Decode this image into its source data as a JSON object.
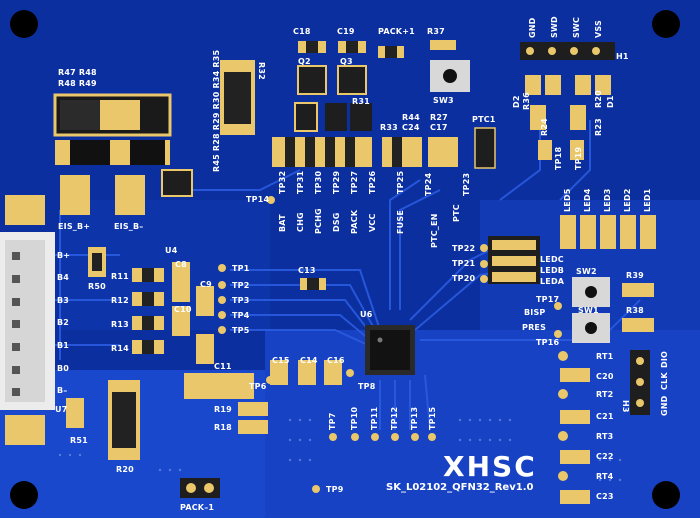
{
  "board": {
    "name": "SK_L02102_QFN32_Rev1.0",
    "logo": "XHSC",
    "colors": {
      "board": "#0b2f9e",
      "copper": "#1a45c8",
      "pad": "#e9c76a",
      "silk": "#ffffff",
      "chip": "#1e1e1e"
    }
  },
  "labels": {
    "c18": "C18",
    "c19": "C19",
    "pack_plus1": "PACK+1",
    "r37": "R37",
    "q2": "Q2",
    "q3": "Q3",
    "r31": "R31",
    "sw3": "SW3",
    "r32": "R32",
    "r47r48": "R47 R48",
    "r48r49": "R48 R49",
    "r45r28r29r30r34r35": "R45 R28 R29 R30 R34 R35",
    "r44": "R44",
    "c24": "C24",
    "r33": "R33",
    "r27": "R27",
    "c17": "C17",
    "ptc1": "PTC1",
    "eis_bp": "EIS_B+",
    "eis_bm": "EIS_B–",
    "tp14": "TP14",
    "vert_labels": [
      "BAT",
      "CHG",
      "PCHG",
      "DSG",
      "PACK",
      "VCC",
      "FUSE"
    ],
    "vert_tps": [
      "TP32",
      "TP31",
      "TP30",
      "TP29",
      "TP27",
      "TP26",
      "TP25"
    ],
    "tp24": "TP24",
    "tp23": "TP23",
    "ptc_en": "PTC_EN",
    "ptc": "PTC",
    "h1_pins": [
      "GND",
      "SWD",
      "SWC",
      "VSS"
    ],
    "h1": "H1",
    "d2": "D2",
    "r36": "R36",
    "r24": "R24",
    "r20": "R20",
    "d1": "D1",
    "r23": "R23",
    "tp18": "TP18",
    "tp19": "TP19",
    "leds": [
      "LED5",
      "LED4",
      "LED3",
      "LED2",
      "LED1"
    ],
    "tp22": "TP22",
    "tp21": "TP21",
    "tp20": "TP20",
    "ledc": "LEDC",
    "ledb": "LEDB",
    "leda": "LEDA",
    "sw2": "SW2",
    "r39": "R39",
    "sw1": "SW1",
    "r38": "R38",
    "tp17": "TP17",
    "bisp": "BISP",
    "pres": "PRES",
    "tp16": "TP16",
    "conn_pins": [
      "B+",
      "B4",
      "B3",
      "B2",
      "B1",
      "B0",
      "B–"
    ],
    "r50": "R50",
    "u4": "U4",
    "r11": "R11",
    "r12": "R12",
    "r13": "R13",
    "r14": "R14",
    "c8": "C8",
    "c9": "C9",
    "c10": "C10",
    "c11": "C11",
    "tp1": "TP1",
    "tp2": "TP2",
    "tp3": "TP3",
    "tp4": "TP4",
    "tp5": "TP5",
    "c13": "C13",
    "u6": "U6",
    "c15": "C15",
    "c14": "C14",
    "c16": "C16",
    "tp6": "TP6",
    "tp8": "TP8",
    "tp_bottom": [
      "TP7",
      "TP10",
      "TP11",
      "TP12",
      "TP13",
      "TP15"
    ],
    "u7": "U7",
    "r51": "R51",
    "r20b": "R20",
    "r19": "R19",
    "r18": "R18",
    "pack_minus1": "PACK–1",
    "tp9": "TP9",
    "rt": [
      "RT1",
      "C20",
      "RT2",
      "C21",
      "RT3",
      "C22",
      "RT4",
      "C23"
    ],
    "h3_pins": [
      "GND",
      "CLK",
      "DIO"
    ],
    "h3": "H3"
  }
}
